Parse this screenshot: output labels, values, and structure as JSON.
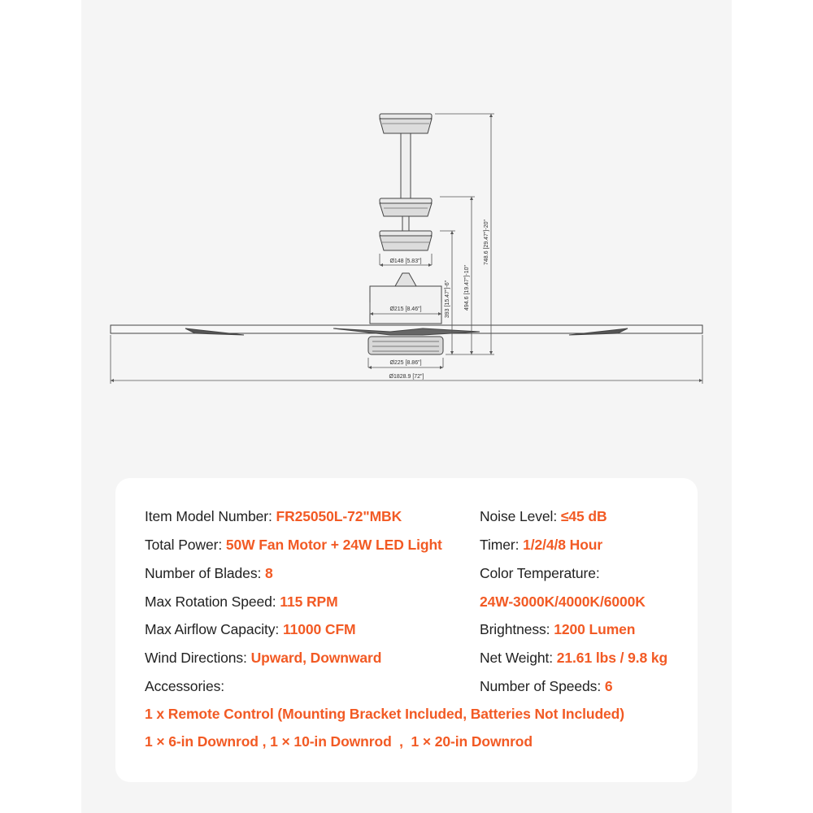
{
  "accent_color": "#f25a24",
  "dimensions": {
    "canopy_dia": "Ø148 [5.83\"]",
    "motor_dia": "Ø215 [8.46\"]",
    "light_dia": "Ø225 [8.86\"]",
    "blade_span": "Ø1828.9 [72\"]",
    "height_short": "393 [15.47\"]-6\"",
    "height_mid": "494.6 [19.47\"]-10\"",
    "height_long": "748.6 [29.47\"]-20\""
  },
  "specs_left": [
    {
      "label": "Item Model Number: ",
      "value": "FR25050L-72\"MBK"
    },
    {
      "label": "Total Power: ",
      "value": "50W Fan Motor + 24W LED Light"
    },
    {
      "label": "Number of Blades: ",
      "value": "8"
    },
    {
      "label": "Max Rotation Speed: ",
      "value": "115 RPM"
    },
    {
      "label": "Max Airflow Capacity: ",
      "value": "11000 CFM"
    },
    {
      "label": "Wind Directions: ",
      "value": "Upward, Downward"
    },
    {
      "label": "Accessories:",
      "value": ""
    }
  ],
  "specs_right": [
    {
      "label": "Noise Level: ",
      "value": "≤45 dB"
    },
    {
      "label": "Timer: ",
      "value": "1/2/4/8 Hour"
    },
    {
      "label": "Color Temperature:",
      "value": ""
    },
    {
      "label": "",
      "value": "24W-3000K/4000K/6000K"
    },
    {
      "label": "Brightness: ",
      "value": "1200 Lumen"
    },
    {
      "label": "Net Weight: ",
      "value": "21.61 lbs / 9.8 kg"
    },
    {
      "label": "Number of Speeds: ",
      "value": "6"
    }
  ],
  "accessories": [
    "1 x Remote Control (Mounting Bracket Included, Batteries Not Included)",
    "1 × 6-in Downrod , 1 × 10-in Downrod  ,  1 × 20-in Downrod"
  ]
}
